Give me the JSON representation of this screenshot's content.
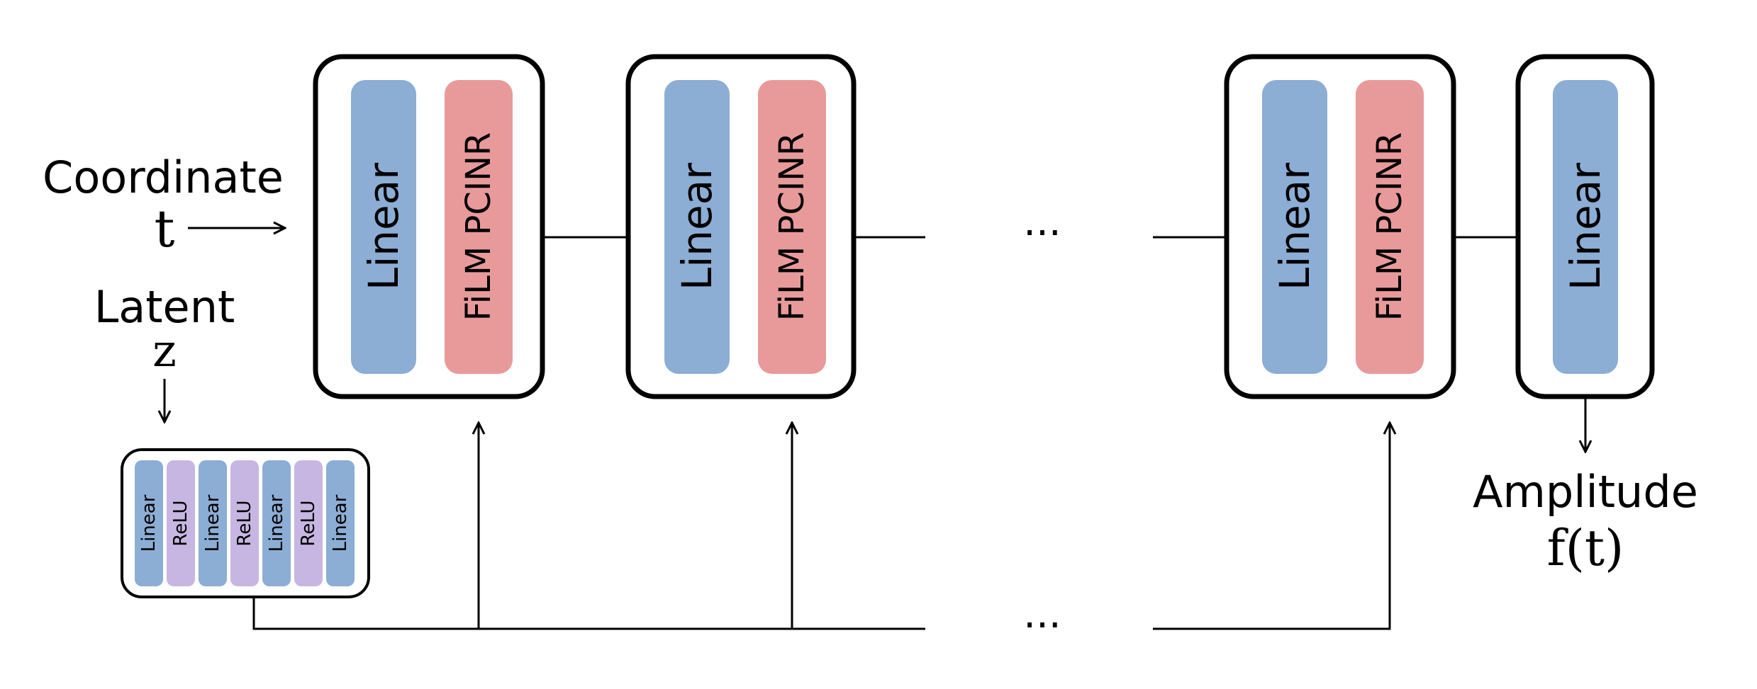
{
  "inputs": {
    "coordinate_label": "Coordinate",
    "coordinate_symbol": "t",
    "latent_label": "Latent",
    "latent_symbol": "z"
  },
  "blocks": [
    {
      "layers": [
        "Linear",
        "FiLM PCINR"
      ]
    },
    {
      "layers": [
        "Linear",
        "FiLM PCINR"
      ]
    },
    {
      "layers": [
        "Linear",
        "FiLM PCINR"
      ]
    },
    {
      "layers": [
        "Linear"
      ]
    }
  ],
  "mapping_network": {
    "layers": [
      "Linear",
      "ReLU",
      "Linear",
      "ReLU",
      "Linear",
      "ReLU",
      "Linear"
    ]
  },
  "ellipsis": "···",
  "output": {
    "label": "Amplitude",
    "symbol": "f(t)"
  },
  "colors": {
    "linear": "#8cadd4",
    "film": "#e89a9a",
    "relu": "#c8b6e2",
    "stroke": "#000000"
  }
}
